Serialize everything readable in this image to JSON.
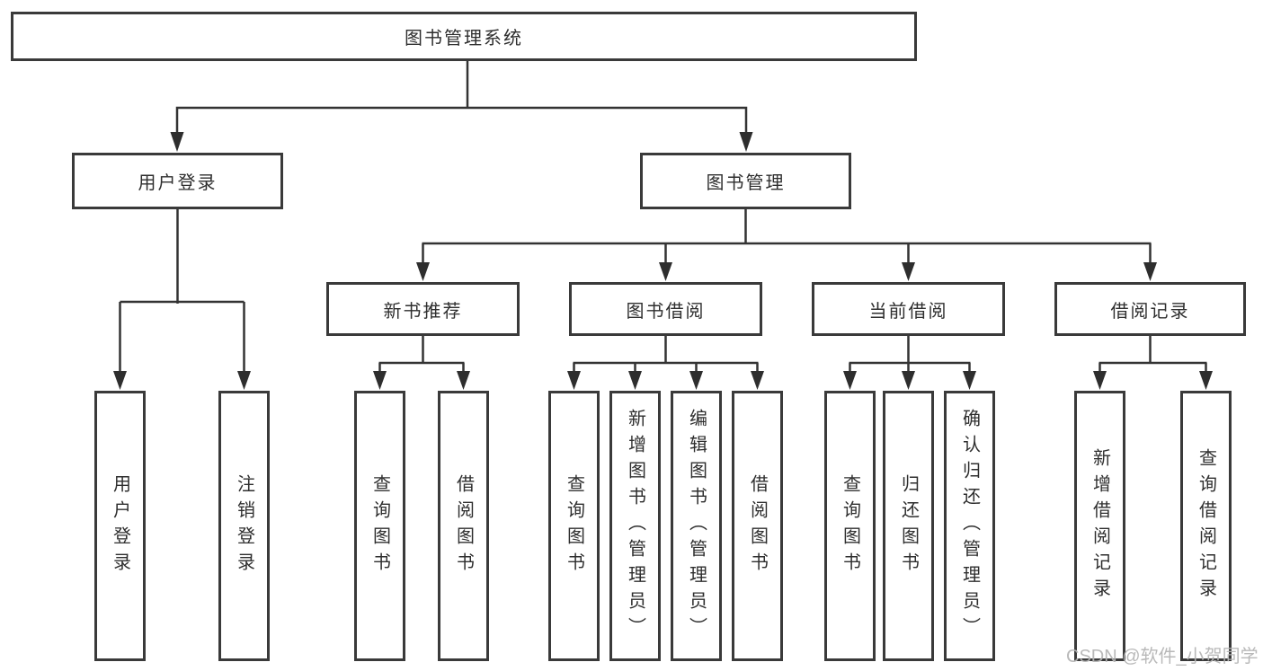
{
  "tree": {
    "root": {
      "label": "图书管理系统",
      "children": [
        {
          "label": "用户登录",
          "children": [
            {
              "label": "用户登录"
            },
            {
              "label": "注销登录"
            }
          ]
        },
        {
          "label": "图书管理",
          "children": [
            {
              "label": "新书推荐",
              "children": [
                {
                  "label": "查询图书"
                },
                {
                  "label": "借阅图书"
                }
              ]
            },
            {
              "label": "图书借阅",
              "children": [
                {
                  "label": "查询图书"
                },
                {
                  "label": "新增图书（管理员）"
                },
                {
                  "label": "编辑图书（管理员）"
                },
                {
                  "label": "借阅图书"
                }
              ]
            },
            {
              "label": "当前借阅",
              "children": [
                {
                  "label": "查询图书"
                },
                {
                  "label": "归还图书"
                },
                {
                  "label": "确认归还（管理员）"
                }
              ]
            },
            {
              "label": "借阅记录",
              "children": [
                {
                  "label": "新增借阅记录"
                },
                {
                  "label": "查询借阅记录"
                }
              ]
            }
          ]
        }
      ]
    }
  },
  "watermark": {
    "text": "CSDN @软件_小贺同学"
  },
  "colors": {
    "line": "#333333",
    "box_border": "#3a3a3a",
    "text": "#2e2e2e",
    "watermark": "#b6b6b6",
    "background": "#ffffff"
  }
}
